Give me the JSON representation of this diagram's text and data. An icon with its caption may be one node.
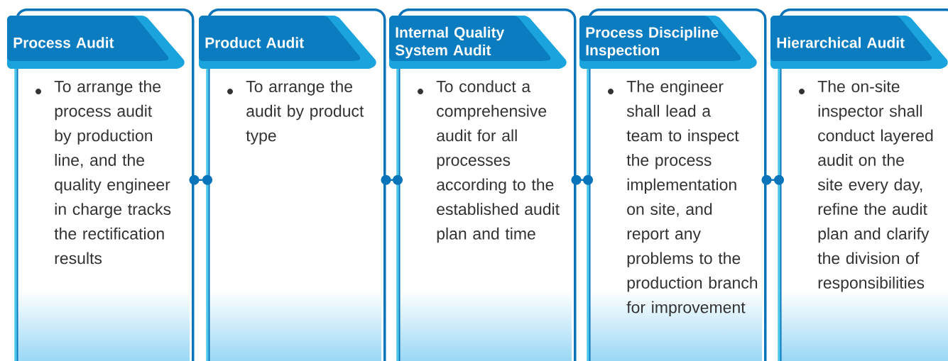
{
  "diagram": {
    "nodes": [
      {
        "text": [
          "Process Audit",
          "To arrange the process audit by production line, and the quality engineer in charge tracks the rectification results"
        ]
      },
      {
        "text": [
          "Product Audit",
          "To arrange the audit by product type"
        ]
      },
      {
        "text": [
          "Internal Quality System Audit",
          "To conduct a comprehensive audit for all processes according to the established audit plan and time"
        ]
      },
      {
        "text": [
          "Process Discipline Inspection",
          "The engineer shall lead a team to inspect the process implementation on site, and report any problems to the production branch for improvement"
        ]
      },
      {
        "text": [
          "Hierarchical Audit",
          "The on-site inspector shall conduct layered audit on the site every day, refine the audit plan and clarify the division of responsibilities"
        ]
      }
    ],
    "edges": [
      {
        "from": 0,
        "to": 1,
        "arrow": "other"
      },
      {
        "from": 1,
        "to": 2,
        "arrow": "other"
      },
      {
        "from": 2,
        "to": 3,
        "arrow": "other"
      },
      {
        "from": 3,
        "to": 4,
        "arrow": "other"
      }
    ]
  }
}
